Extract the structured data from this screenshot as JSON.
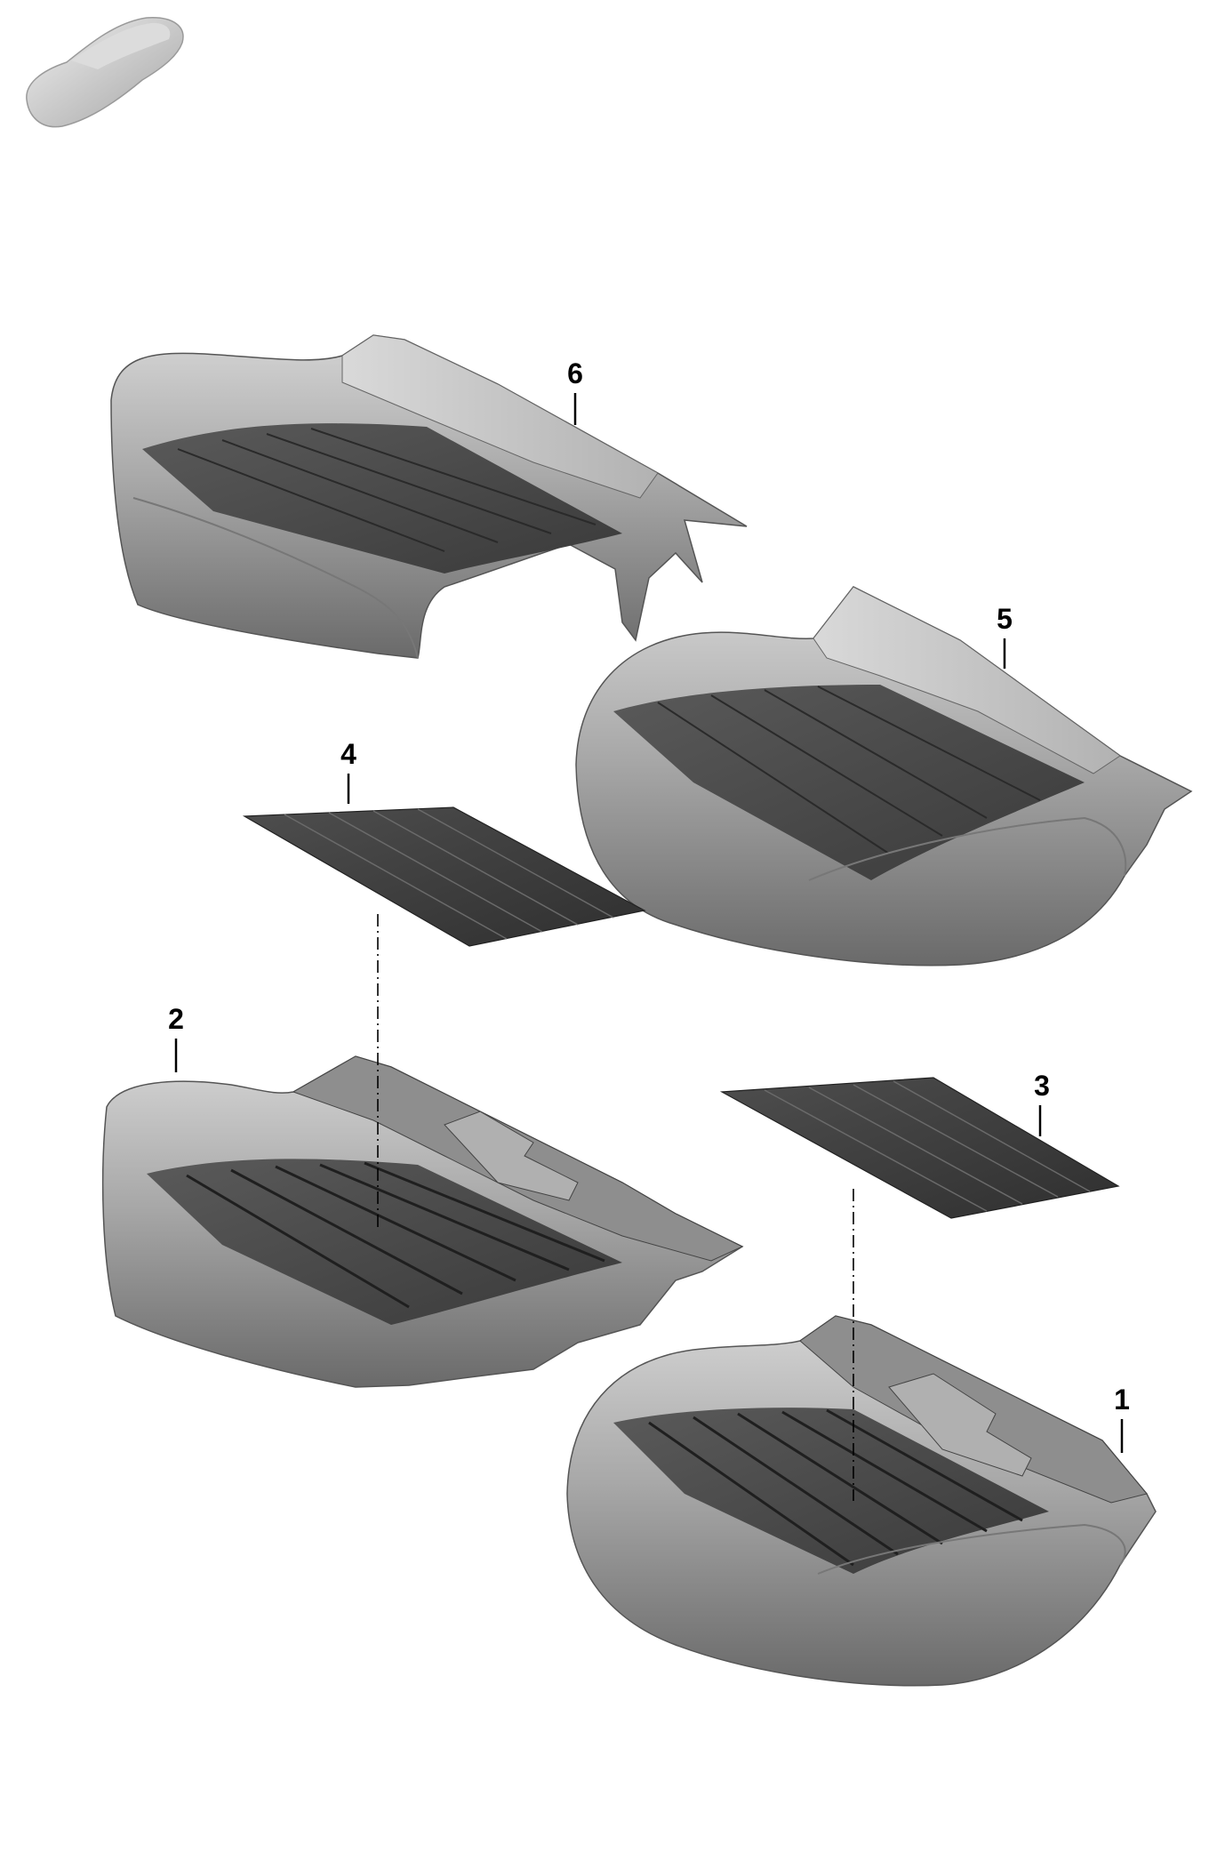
{
  "callouts": [
    {
      "id": "1",
      "label": "1"
    },
    {
      "id": "2",
      "label": "2"
    },
    {
      "id": "3",
      "label": "3"
    },
    {
      "id": "4",
      "label": "4"
    },
    {
      "id": "5",
      "label": "5"
    },
    {
      "id": "6",
      "label": "6"
    }
  ],
  "parts": [
    {
      "ref": "1",
      "icon": "seat-cushion-foam-right-icon"
    },
    {
      "ref": "2",
      "icon": "seat-cushion-foam-left-icon"
    },
    {
      "ref": "3",
      "icon": "heating-mat-right-icon"
    },
    {
      "ref": "4",
      "icon": "heating-mat-left-icon"
    },
    {
      "ref": "5",
      "icon": "seat-cover-right-icon"
    },
    {
      "ref": "6",
      "icon": "seat-cover-left-icon"
    }
  ],
  "thumbnail": {
    "icon": "vehicle-silhouette-icon"
  },
  "colors": {
    "part_light": "#c9c9c9",
    "part_mid": "#9a9a9a",
    "part_dark": "#4a4a4a",
    "line": "#000000"
  }
}
